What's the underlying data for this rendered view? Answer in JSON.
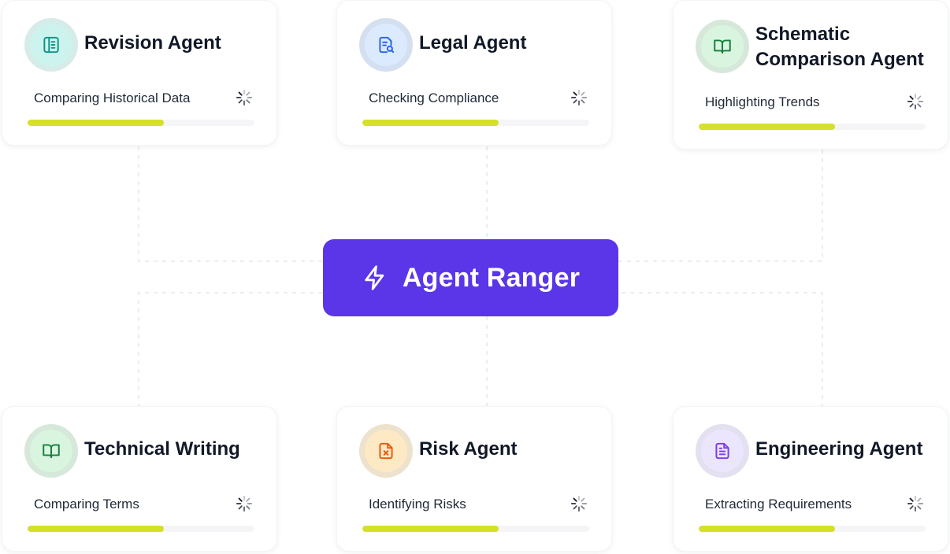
{
  "hub": {
    "label": "Agent Ranger",
    "icon": "lightning-icon",
    "color": "#5b35e8"
  },
  "agents": [
    {
      "id": "revision",
      "title": "Revision Agent",
      "status": "Comparing Historical Data",
      "progress": 0.6,
      "icon": "book-icon",
      "theme": {
        "ring": "#d6ece9",
        "bg": "#cdf3ef",
        "fg": "#0d9488"
      }
    },
    {
      "id": "legal",
      "title": "Legal Agent",
      "status": "Checking Compliance",
      "progress": 0.6,
      "icon": "document-search-icon",
      "theme": {
        "ring": "#d4dff0",
        "bg": "#dbeafe",
        "fg": "#2563eb"
      }
    },
    {
      "id": "schematic",
      "title": "Schematic Comparison Agent",
      "status": "Highlighting Trends",
      "progress": 0.6,
      "icon": "open-book-icon",
      "theme": {
        "ring": "#d6e8da",
        "bg": "#d9f5df",
        "fg": "#15803d"
      }
    },
    {
      "id": "technical",
      "title": "Technical Writing",
      "status": "Comparing Terms",
      "progress": 0.6,
      "icon": "open-book-icon",
      "theme": {
        "ring": "#d6e8da",
        "bg": "#d9f5df",
        "fg": "#15803d"
      }
    },
    {
      "id": "risk",
      "title": "Risk Agent",
      "status": "Identifying Risks",
      "progress": 0.6,
      "icon": "file-x-icon",
      "theme": {
        "ring": "#ede2cc",
        "bg": "#fde9c4",
        "fg": "#ea580c"
      }
    },
    {
      "id": "engineering",
      "title": "Engineering Agent",
      "status": "Extracting Requirements",
      "progress": 0.6,
      "icon": "file-text-icon",
      "theme": {
        "ring": "#e3e0f0",
        "bg": "#ebe6fd",
        "fg": "#7c3aed"
      }
    }
  ],
  "colors": {
    "progress_fill": "#d4e02a",
    "progress_track": "#f5f5f7",
    "connector": "#e5e7eb"
  }
}
